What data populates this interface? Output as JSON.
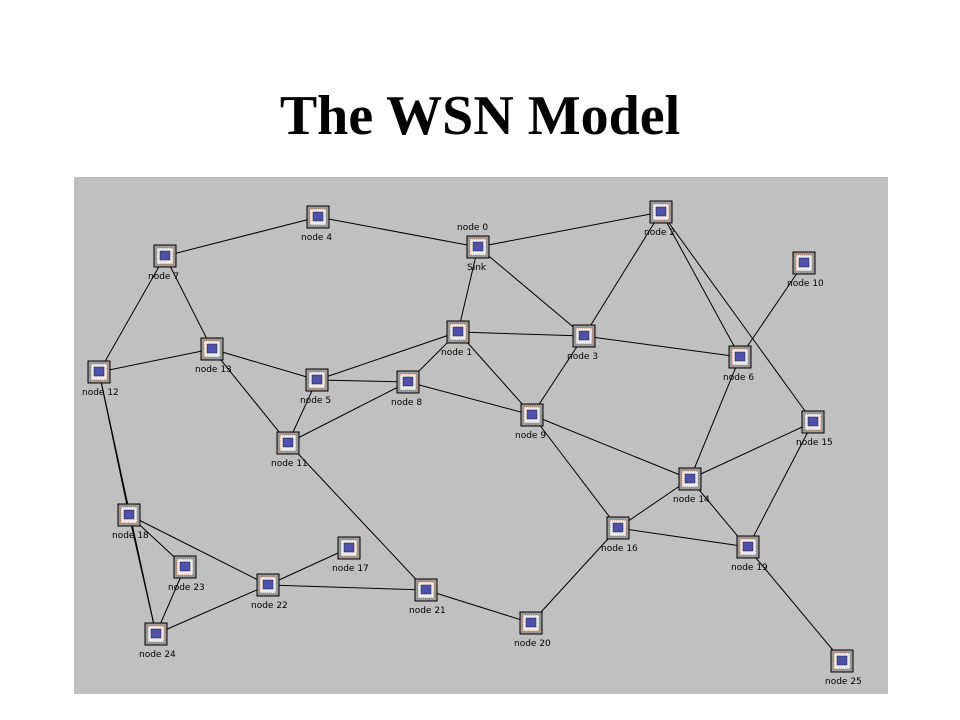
{
  "slide": {
    "title": "The WSN Model"
  },
  "colors": {
    "background": "#ffffff",
    "panel": "#c0c0c0",
    "edge": "#000000",
    "node_frame": "#9a9a9a",
    "node_inner": "#ececec",
    "node_screen": "#5050a8"
  },
  "network": {
    "nodes": [
      {
        "id": 0,
        "label": "node 0",
        "name": "Sink"
      },
      {
        "id": 1,
        "label": "node 1"
      },
      {
        "id": 2,
        "label": "node 2"
      },
      {
        "id": 3,
        "label": "node 3"
      },
      {
        "id": 4,
        "label": "node 4"
      },
      {
        "id": 5,
        "label": "node 5"
      },
      {
        "id": 6,
        "label": "node 6"
      },
      {
        "id": 7,
        "label": "node 7"
      },
      {
        "id": 8,
        "label": "node 8"
      },
      {
        "id": 9,
        "label": "node 9"
      },
      {
        "id": 10,
        "label": "node 10"
      },
      {
        "id": 11,
        "label": "node 11"
      },
      {
        "id": 12,
        "label": "node 12"
      },
      {
        "id": 13,
        "label": "node 13"
      },
      {
        "id": 14,
        "label": "node 14"
      },
      {
        "id": 15,
        "label": "node 15"
      },
      {
        "id": 16,
        "label": "node 16"
      },
      {
        "id": 17,
        "label": "node 17"
      },
      {
        "id": 18,
        "label": "node 18"
      },
      {
        "id": 19,
        "label": "node 19"
      },
      {
        "id": 20,
        "label": "node 20"
      },
      {
        "id": 21,
        "label": "node 21"
      },
      {
        "id": 22,
        "label": "node 22"
      },
      {
        "id": 23,
        "label": "node 23"
      },
      {
        "id": 24,
        "label": "node 24"
      },
      {
        "id": 25,
        "label": "node 25"
      }
    ],
    "edges": [
      [
        0,
        4
      ],
      [
        0,
        2
      ],
      [
        0,
        1
      ],
      [
        0,
        3
      ],
      [
        4,
        7
      ],
      [
        7,
        13
      ],
      [
        7,
        12
      ],
      [
        13,
        12
      ],
      [
        13,
        5
      ],
      [
        13,
        11
      ],
      [
        1,
        5
      ],
      [
        1,
        3
      ],
      [
        1,
        8
      ],
      [
        1,
        9
      ],
      [
        2,
        3
      ],
      [
        2,
        6
      ],
      [
        2,
        15
      ],
      [
        10,
        6
      ],
      [
        3,
        6
      ],
      [
        3,
        9
      ],
      [
        5,
        8
      ],
      [
        5,
        11
      ],
      [
        8,
        11
      ],
      [
        8,
        9
      ],
      [
        9,
        14
      ],
      [
        9,
        16
      ],
      [
        6,
        14
      ],
      [
        14,
        15
      ],
      [
        14,
        16
      ],
      [
        14,
        25
      ],
      [
        15,
        19
      ],
      [
        16,
        19
      ],
      [
        16,
        20
      ],
      [
        11,
        21
      ],
      [
        12,
        18
      ],
      [
        12,
        24
      ],
      [
        18,
        23
      ],
      [
        18,
        24
      ],
      [
        18,
        22
      ],
      [
        23,
        24
      ],
      [
        22,
        24
      ],
      [
        22,
        17
      ],
      [
        22,
        21
      ],
      [
        21,
        20
      ]
    ]
  }
}
